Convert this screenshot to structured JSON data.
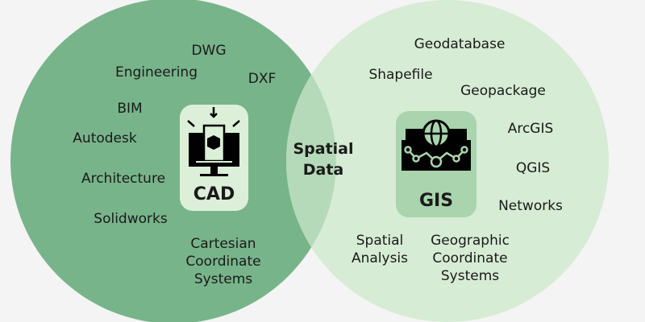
{
  "colors": {
    "cad_circle": "#78b48a",
    "gis_circle": "#d6ecd4",
    "overlap": "#b5dab9",
    "cad_box": "#dcefd9",
    "gis_box": "#a9d4ad"
  },
  "overlap_label": [
    "Spatial",
    "Data"
  ],
  "cad": {
    "label": "CAD",
    "icon": "monitor-with-cube-icon",
    "terms": [
      "DWG",
      "Engineering",
      "DXF",
      "BIM",
      "Autodesk",
      "Architecture",
      "Solidworks",
      "Cartesian Coordinate Systems"
    ]
  },
  "gis": {
    "label": "GIS",
    "icon": "globe-network-map-icon",
    "terms": [
      "Geodatabase",
      "Shapefile",
      "Geopackage",
      "ArcGIS",
      "QGIS",
      "Networks",
      "Spatial Analysis",
      "Geographic Coordinate Systems"
    ]
  }
}
